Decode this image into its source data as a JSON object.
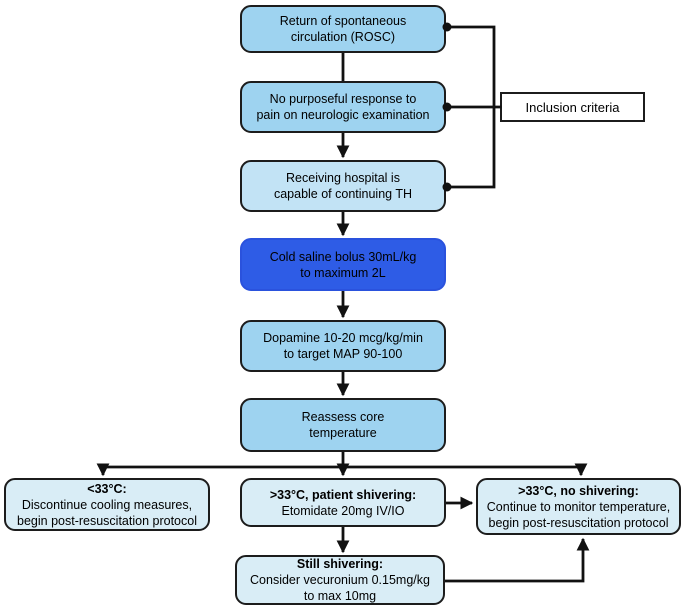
{
  "palette": {
    "background": "#ffffff",
    "border": "#1c1c1c",
    "line": "#111111",
    "node_medium": "#9ed3f0",
    "node_light": "#c2e3f5",
    "node_pale": "#d9edf6",
    "node_accent": "#2e5ce6",
    "node_accent_border": "#2a52dd"
  },
  "nodes": {
    "rosc": {
      "text": "Return of spontaneous\ncirculation (ROSC)"
    },
    "neuro": {
      "text": "No purposeful response to\npain on neurologic examination"
    },
    "hospital": {
      "text": "Receiving hospital is\ncapable of continuing TH"
    },
    "saline": {
      "text": "Cold saline bolus 30mL/kg\nto maximum 2L"
    },
    "dopamine": {
      "text": "Dopamine 10-20 mcg/kg/min\nto target MAP 90-100"
    },
    "reassess": {
      "text": "Reassess core\ntemperature"
    },
    "below33": {
      "title": "<33°C:",
      "body": "Discontinue cooling measures,\nbegin post-resuscitation protocol"
    },
    "shivering": {
      "title": ">33°C, patient shivering:",
      "body": "Etomidate 20mg IV/IO"
    },
    "no_shivering": {
      "title": ">33°C, no shivering:",
      "body": "Continue to monitor temperature,\nbegin post-resuscitation protocol"
    },
    "still_shivering": {
      "title": "Still shivering:",
      "body": "Consider vecuronium 0.15mg/kg\nto max 10mg"
    }
  },
  "annotations": {
    "inclusion_criteria": "Inclusion criteria"
  }
}
